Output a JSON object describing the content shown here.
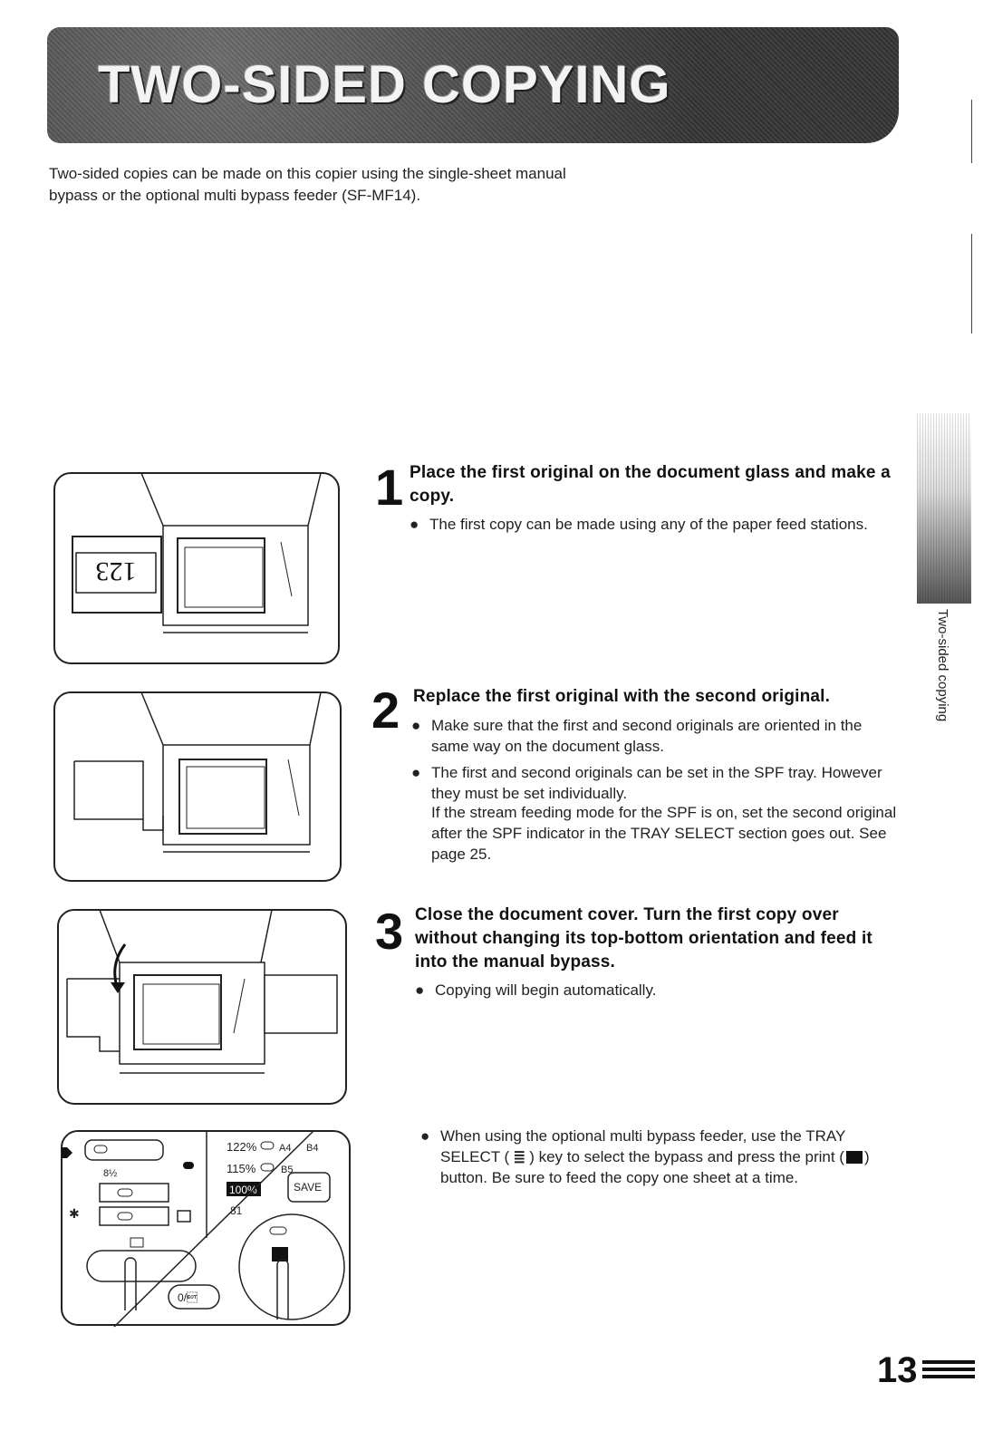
{
  "header": {
    "title": "TWO-SIDED COPYING"
  },
  "intro": "Two-sided copies can be made on this copier using the single-sheet manual bypass or the optional multi bypass feeder (SF-MF14).",
  "steps": [
    {
      "number": "1",
      "title": "Place the first original on the document glass and make a copy.",
      "bullets": [
        "The first copy can be made using any of the paper feed stations."
      ]
    },
    {
      "number": "2",
      "title": "Replace the first original with the second original.",
      "bullets": [
        "Make sure that the first and second originals are oriented in the same way on the document glass.",
        "The first and second originals can be set in the SPF tray. However they must be set individually."
      ],
      "note": "If the stream feeding mode for the SPF is on, set the second original after the SPF indicator in the TRAY SELECT section goes out. See page 25."
    },
    {
      "number": "3",
      "title": "Close the document cover. Turn the first copy over without changing its top-bottom orientation and feed it into the manual bypass.",
      "bullets": [
        "Copying will begin automatically."
      ]
    }
  ],
  "extra_note": {
    "before_tray": "When using the optional multi bypass feeder, use the TRAY SELECT (",
    "between": ") key to select the bypass and press the print (",
    "after": ") button. Be sure to feed the copy one sheet at a time."
  },
  "figures": {
    "original_label": "123",
    "panel": {
      "ratio_122": "122%",
      "ratio_115": "115%",
      "ratio_100": "100%",
      "ratio_81": "81",
      "size_a4": "A4",
      "size_b4": "B4",
      "size_b5": "B5",
      "save": "SAVE",
      "paper_size": "8½",
      "power": "0/\u0004"
    }
  },
  "side_tab": {
    "label": "Two-sided copying"
  },
  "page_number": "13"
}
